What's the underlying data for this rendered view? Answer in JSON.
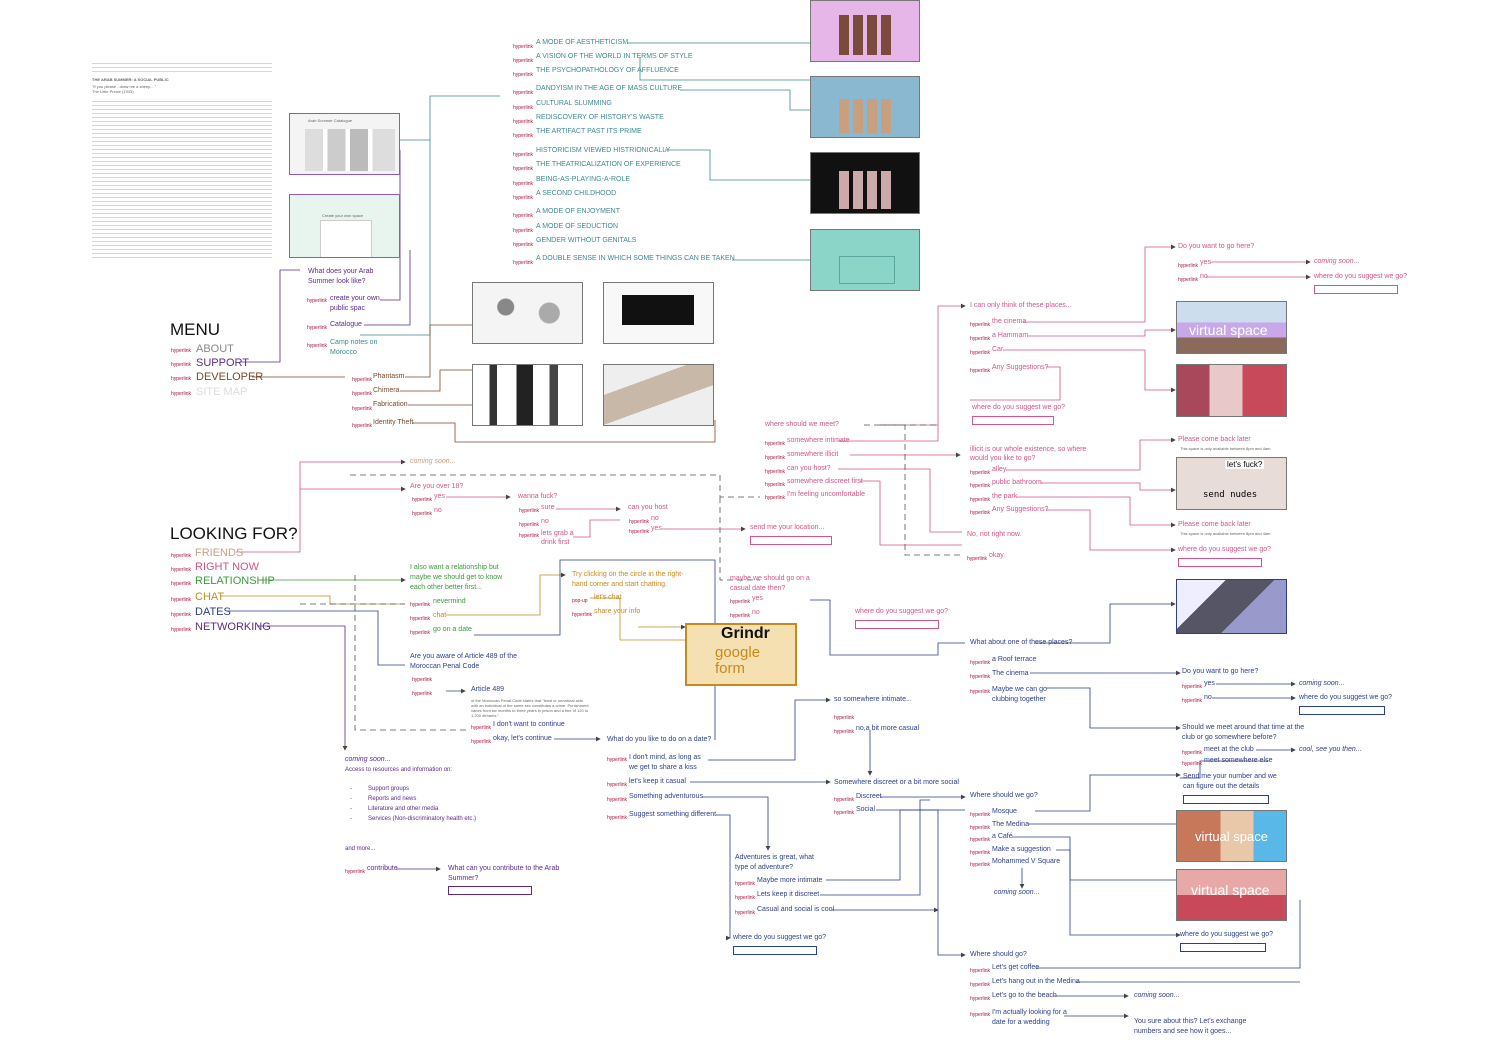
{
  "colors": {
    "pink": "#d2548c",
    "teal": "#3c8a8e",
    "navy": "#2b3f8c",
    "green": "#3b9a3b",
    "orange": "#c88a1c",
    "purple": "#5a2a8a",
    "brown": "#7a4a2a",
    "tan": "#c8a080",
    "red": "#d23a4a",
    "gray": "#888888"
  },
  "hyperlink": "hyperlink",
  "popup": "pop-up",
  "menu": {
    "title": "MENU",
    "items": [
      "ABOUT",
      "SUPPORT",
      "DEVELOPER",
      "SITE MAP"
    ]
  },
  "looking": {
    "title": "LOOKING FOR?",
    "items": [
      "FRIENDS",
      "RIGHT NOW",
      "RELATIONSHIP",
      "CHAT",
      "DATES",
      "NETWORKING"
    ]
  },
  "support": {
    "question": "What does your Arab Summer look like?",
    "create": "create your own public spac",
    "catalogue": "Catalogue",
    "camp": "Camp notes on Morocco"
  },
  "developer": {
    "items": [
      "Phantasm",
      "Chimera",
      "Fabrication",
      "Identity Theft"
    ]
  },
  "catalogue_modes": [
    "A MODE OF AESTHETICISM",
    "A VISION OF THE WORLD IN TERMS OF STYLE",
    "THE PSYCHOPATHOLOGY OF AFFLUENCE",
    "DANDYISM IN THE AGE OF MASS CULTURE",
    "CULTURAL SLUMMING",
    "REDISCOVERY OF HISTORY'S WASTE",
    "THE ARTIFACT PAST ITS PRIME",
    "HISTORICISM VIEWED HISTRIONICALLY",
    "THE THEATRICALIZATION OF EXPERIENCE",
    "BEING-AS-PLAYING-A-ROLE",
    "A SECOND CHILDHOOD",
    "A MODE OF ENJOYMENT",
    "A MODE OF SEDUCTION",
    "GENDER WITHOUT GENITALS",
    "A DOUBLE SENSE IN WHICH SOME THINGS CAN BE TAKEN"
  ],
  "about": {
    "heading1": "THE ARAB SUMMER: A SOCIAL PUBLIC",
    "quote": "\"If you please - draw me a sheep... \"",
    "author": "The Little Prince (1943)"
  },
  "shots": {
    "catalogue_title": "Arab Summer Catalogue",
    "create_title": "Create your own space"
  },
  "friends": {
    "coming_soon": "coming soon...",
    "over18": "Are you over 18?",
    "yes": "yes",
    "no": "no",
    "wanna": "wanna fuck?",
    "sure": "sure",
    "lets_grab": "lets grab a drink first",
    "can_host": "can you host",
    "send_location": "send me your location...",
    "where_meet": "where should we meet?",
    "sw_intimate": "somewhere intimate",
    "sw_illicit": "somewhere illicit",
    "can_host2": "can you host?",
    "sw_discreet": "somewhere discreet first",
    "uncomfortable": "I'm feeling uncomfortable",
    "only_think": "I can only think of these places...",
    "cinema": "the cinema",
    "hammam": "a Hammam",
    "car": "Car",
    "any_sugg": "Any Suggestions?",
    "where_suggest": "where do you suggest we go?",
    "illicit_text": "illicit is our whole existence, so where would you like to go?",
    "alley": "alley",
    "bathroom": "public bathroom",
    "park": "the park",
    "not_now": "No, not right now.",
    "okay": "okay",
    "do_want": "Do you want to go here?",
    "coming_soon2": "coming soon...",
    "please_later": "Please come back later",
    "space_na": "This space is only available between 8pm and 4am",
    "where_suggest2": "where do you suggest we go?"
  },
  "relationship": {
    "intro": "I also want a relationship but maybe we should get to know each other better first...",
    "nevermind": "nevermind",
    "chat": "chat",
    "date": "go on a date"
  },
  "chat": {
    "try": "Try clicking on the circle in the right-hand corner and start chatting.",
    "lets_chat": "let's chat",
    "share": "share your info",
    "logo": "Grindr",
    "form": "google form"
  },
  "casual": {
    "q": "maybe we should go on a casual date then?",
    "where": "where do you suggest we go?"
  },
  "dates": {
    "article_q": "Are you aware of Article 489 of the Moroccan Penal Code",
    "article": "Article 489",
    "art_text": "of the Moroccan Penal Code states that \"lewd or unnatural acts with an individual of the same sex constitutes a crime. Punishment varies from six months to three years in prison and a fine of 120 to 1,200 dirhams.\"",
    "dont_continue": "I don't want to continue",
    "okay_continue": "okay, let's continue",
    "what_date": "What do you like to do on a date?",
    "dont_mind": "I don't mind, as long as we get to share a kiss",
    "casual": "let's keep it casual",
    "adventurous": "Something adventurous",
    "suggest": "Suggest something different",
    "intimate_q": "so somewhere intimate...",
    "bit_casual": "no,a bit more casual",
    "discreet_social": "Somewhere discreet or a bit more social",
    "discreet": "Discreet",
    "social": "Social",
    "adv_q": "Adventures is great, what type of adventure?",
    "more_intimate": "Maybe more intimate",
    "keep_discreet": "Lets keep it discreet",
    "casual_cool": "Casual and social is cool",
    "where": "where do you suggest we go?"
  },
  "places": {
    "what_about": "What about one of these places?",
    "roof": "a Roof terrace",
    "cinema": "The cinema",
    "clubbing": "Maybe we can go clubbing together",
    "do_want": "Do you want to go here?",
    "coming": "coming soon...",
    "where": "where do you suggest we go?",
    "meet_q": "Should we meet around that time at the club or go somewhere before?",
    "at_club": "meet at the club",
    "elsewhere": "meet somewhere else",
    "cool": "cool, see you then...",
    "send_number": "Send me your number and we can figure out the details",
    "where_go": "Where should we go?",
    "mosque": "Mosque",
    "medina": "The Medina",
    "cafe": "a Café",
    "make_sugg": "Make a suggestion",
    "square": "Mohammed V Square",
    "coming2": "coming soon...",
    "where2": "where do you suggest we go?"
  },
  "social": {
    "where_go": "Where should go?",
    "coffee": "Let's get coffee",
    "hang": "Let's hang out in the Medina",
    "beach": "Let's go to the beach",
    "wedding": "I'm actually looking for a date for a wedding",
    "coming": "coming soon...",
    "sure": "You sure about this? Let's exchange numbers and see how it goes..."
  },
  "networking": {
    "coming": "coming soon...",
    "access": "Access to resources and information on:",
    "items": [
      "Support groups",
      "Reports and news",
      "Literature and other media",
      "Services (Non-discriminatory health etc.)"
    ],
    "more": "and more...",
    "contribute": "contribute",
    "what": "What can you contribute to the Arab Summer?"
  },
  "virtual_space": "virtual space",
  "virtual_fuck": "let's fuck?",
  "send_nudes": "send nudes"
}
